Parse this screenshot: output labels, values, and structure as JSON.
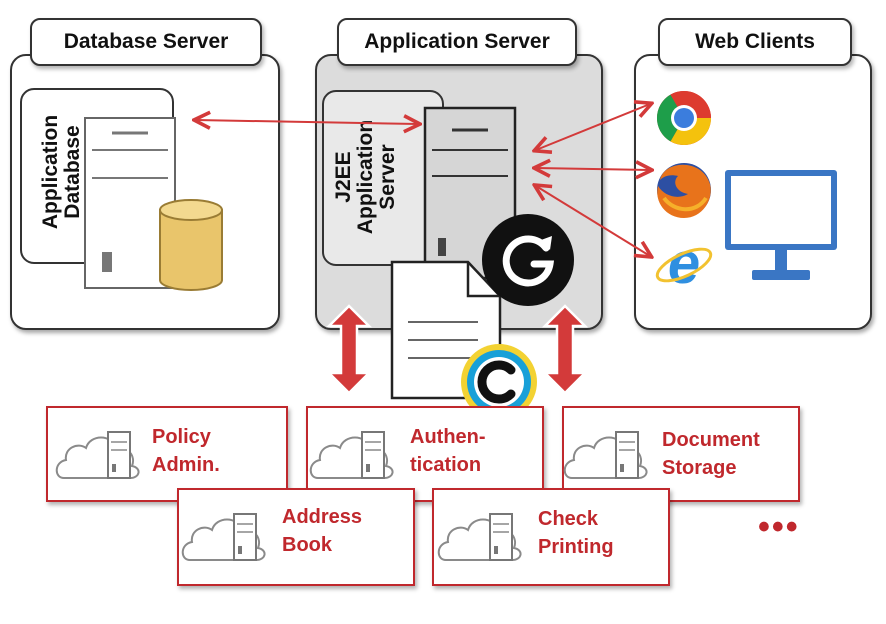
{
  "zones": {
    "database_server": "Database Server",
    "application_server": "Application Server",
    "web_clients": "Web Clients"
  },
  "components": {
    "application_database": [
      "Application",
      "Database"
    ],
    "j2ee_server": [
      "J2EE",
      "Application",
      "Server"
    ]
  },
  "services": [
    {
      "lines": [
        "Policy",
        "Admin."
      ]
    },
    {
      "lines": [
        "Address",
        "Book"
      ]
    },
    {
      "lines": [
        "Authen-",
        "tication"
      ]
    },
    {
      "lines": [
        "Check",
        "Printing"
      ]
    },
    {
      "lines": [
        "Document",
        "Storage"
      ]
    }
  ],
  "more_indicator": "•••",
  "icons": {
    "browsers": [
      "chrome-icon",
      "firefox-icon",
      "internet-explorer-icon"
    ],
    "monitor": "monitor-icon",
    "database": "database-cylinder-icon",
    "server": "server-tower-icon",
    "document": "document-icon",
    "badge_g": "g-logo-badge-icon",
    "badge_c": "c-logo-badge-icon",
    "cloud": "cloud-server-icon"
  },
  "colors": {
    "service_red": "#c0282d",
    "arrow_red": "#d33a3a",
    "monitor_blue": "#3a76c4",
    "cylinder_gold": "#e9c56b"
  }
}
